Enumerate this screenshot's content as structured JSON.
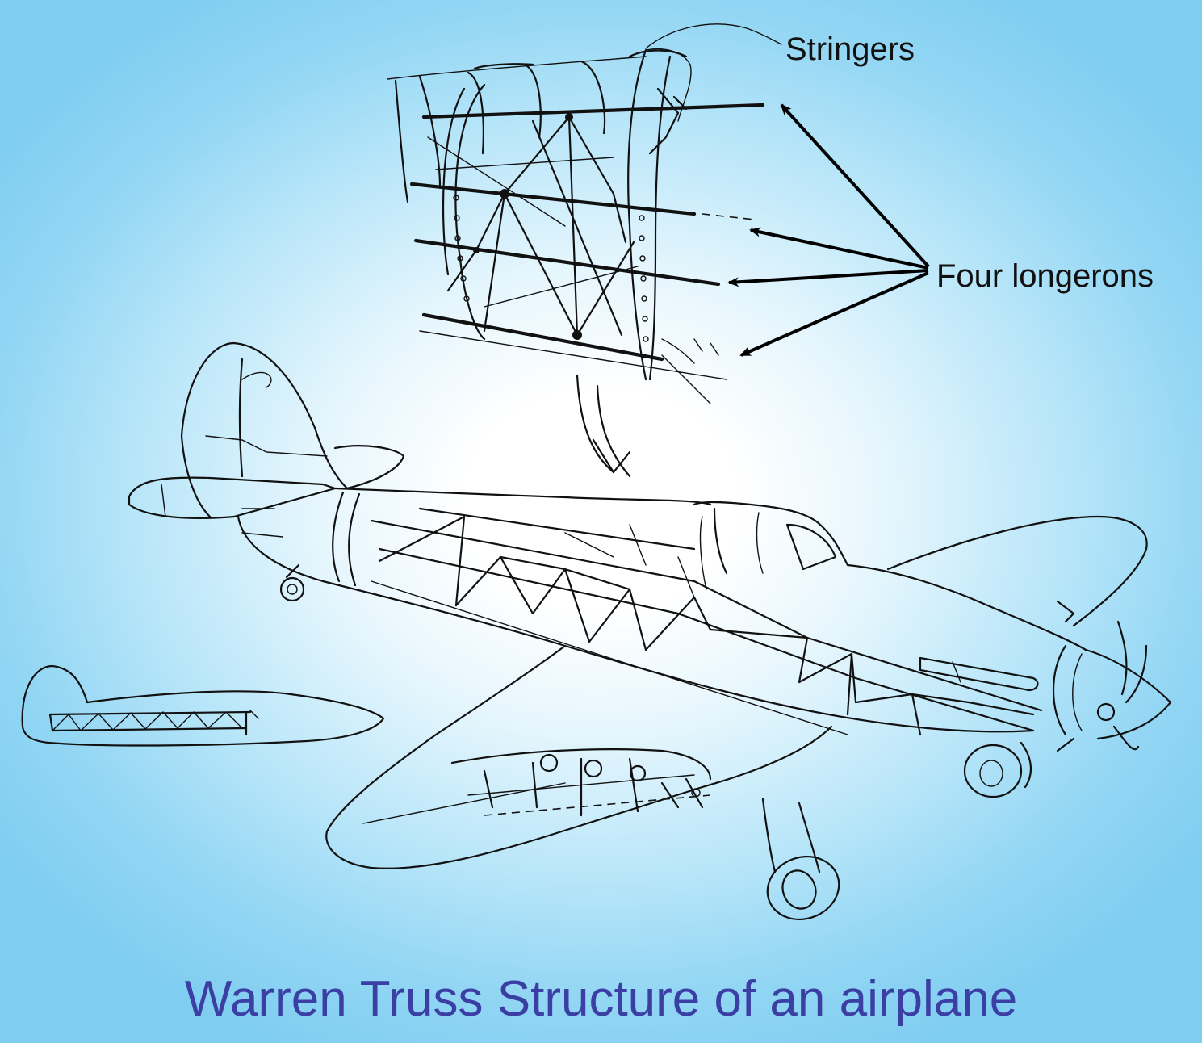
{
  "labels": {
    "stringers": "Stringers",
    "longerons": "Four longerons"
  },
  "caption": "Warren Truss Structure of an airplane",
  "colors": {
    "caption": "#3b3fa3",
    "background_center": "#ffffff",
    "background_edge": "#7fcdf1",
    "line_art": "#111111"
  }
}
